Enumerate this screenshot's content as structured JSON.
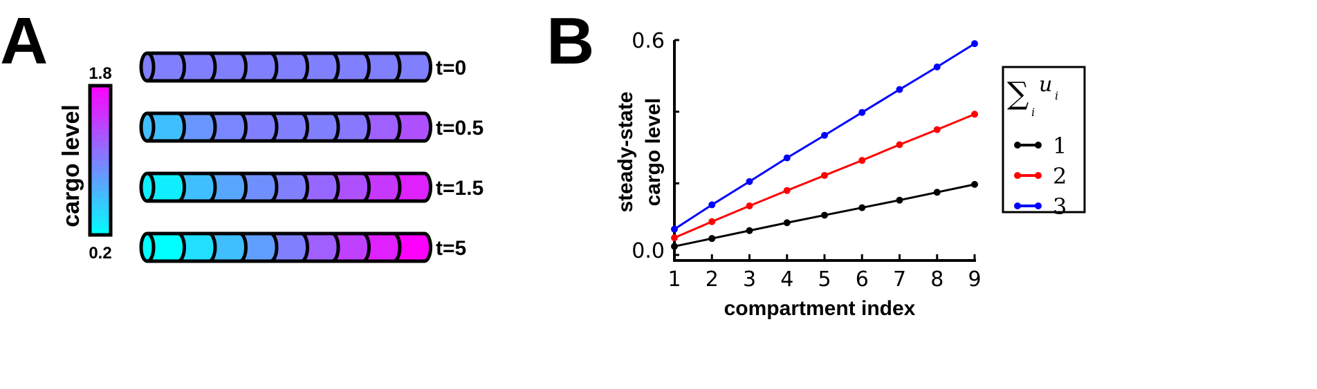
{
  "panel_a": {
    "label": "A",
    "colorbar": {
      "title": "cargo level",
      "min_label": "0.2",
      "max_label": "1.8",
      "min": 0.2,
      "max": 1.8,
      "colormap": "cool",
      "low_color": "#00ffff",
      "high_color": "#ff00ff"
    },
    "rows": [
      {
        "label": "t=0",
        "cargo": [
          1.0,
          1.0,
          1.0,
          1.0,
          1.0,
          1.0,
          1.0,
          1.0,
          1.0
        ]
      },
      {
        "label": "t=0.5",
        "cargo": [
          0.6,
          0.85,
          0.95,
          1.0,
          1.0,
          1.0,
          1.05,
          1.2,
          1.3
        ]
      },
      {
        "label": "t=1.5",
        "cargo": [
          0.3,
          0.6,
          0.75,
          0.9,
          1.0,
          1.15,
          1.3,
          1.45,
          1.6
        ]
      },
      {
        "label": "t=5",
        "cargo": [
          0.2,
          0.4,
          0.6,
          0.8,
          1.0,
          1.2,
          1.4,
          1.6,
          1.8
        ]
      }
    ]
  },
  "chart_data": {
    "type": "line",
    "panel_label": "B",
    "xlabel": "compartment index",
    "ylabel_line1": "steady-state",
    "ylabel_line2": "cargo level",
    "x": [
      1,
      2,
      3,
      4,
      5,
      6,
      7,
      8,
      9
    ],
    "xlim": [
      1,
      9
    ],
    "ylim": [
      0,
      0.6
    ],
    "yticks": [
      0,
      0.2,
      0.4,
      0.6
    ],
    "ytick_labels": [
      "0.0",
      "",
      "",
      "0.6"
    ],
    "xtick_labels": [
      "1",
      "2",
      "3",
      "4",
      "5",
      "6",
      "7",
      "8",
      "9"
    ],
    "grid": false,
    "legend": {
      "title_sum": "∑",
      "title_sub": "i",
      "title_var": "u",
      "title_var_sub": "i",
      "placement": "right-outside"
    },
    "series": [
      {
        "name": "1",
        "color": "#000000",
        "values": [
          0.024,
          0.046,
          0.068,
          0.09,
          0.111,
          0.132,
          0.153,
          0.175,
          0.197
        ]
      },
      {
        "name": "2",
        "color": "#ff0000",
        "values": [
          0.048,
          0.093,
          0.137,
          0.18,
          0.222,
          0.264,
          0.308,
          0.35,
          0.393
        ]
      },
      {
        "name": "3",
        "color": "#0000ff",
        "values": [
          0.072,
          0.14,
          0.205,
          0.271,
          0.334,
          0.398,
          0.462,
          0.525,
          0.59
        ]
      }
    ]
  }
}
